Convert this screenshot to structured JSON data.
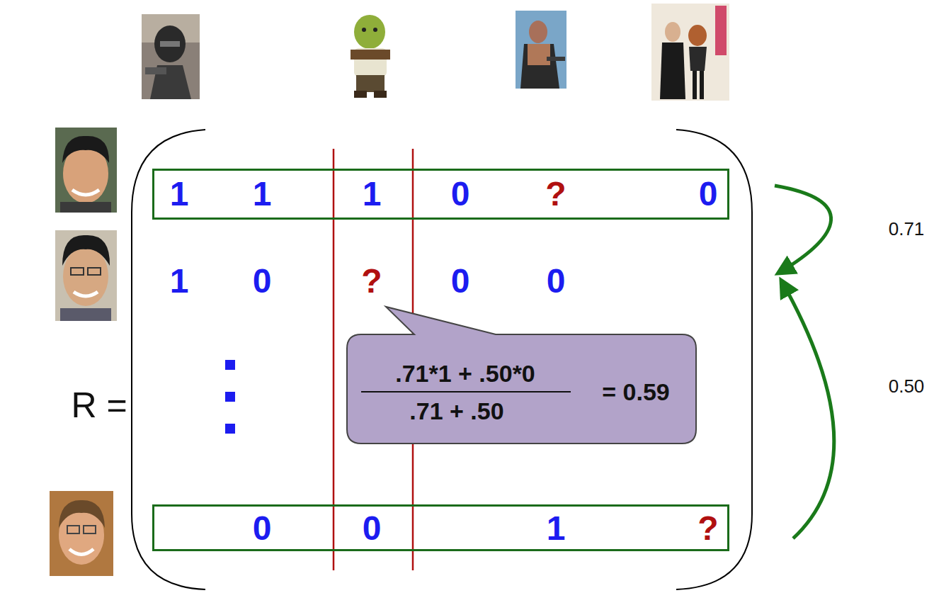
{
  "diagram": {
    "nodes": [
      {
        "text": [
          "1",
          "1",
          "1",
          "0",
          "?",
          "0"
        ]
      },
      {
        "text": [
          "1",
          "0",
          "?",
          "0",
          "0"
        ]
      },
      {
        "text": [
          "0",
          "0",
          "1",
          "?"
        ]
      },
      {
        "text": [
          ".71*1 + .50*0",
          ".71 + .50",
          "= 0.59"
        ]
      }
    ],
    "edges": [
      {
        "from": 0,
        "to": 1,
        "arrow": "to",
        "label": "0.71"
      },
      {
        "from": 2,
        "to": 1,
        "arrow": "to",
        "label": "0.50"
      }
    ],
    "labels": [
      "R ="
    ]
  }
}
